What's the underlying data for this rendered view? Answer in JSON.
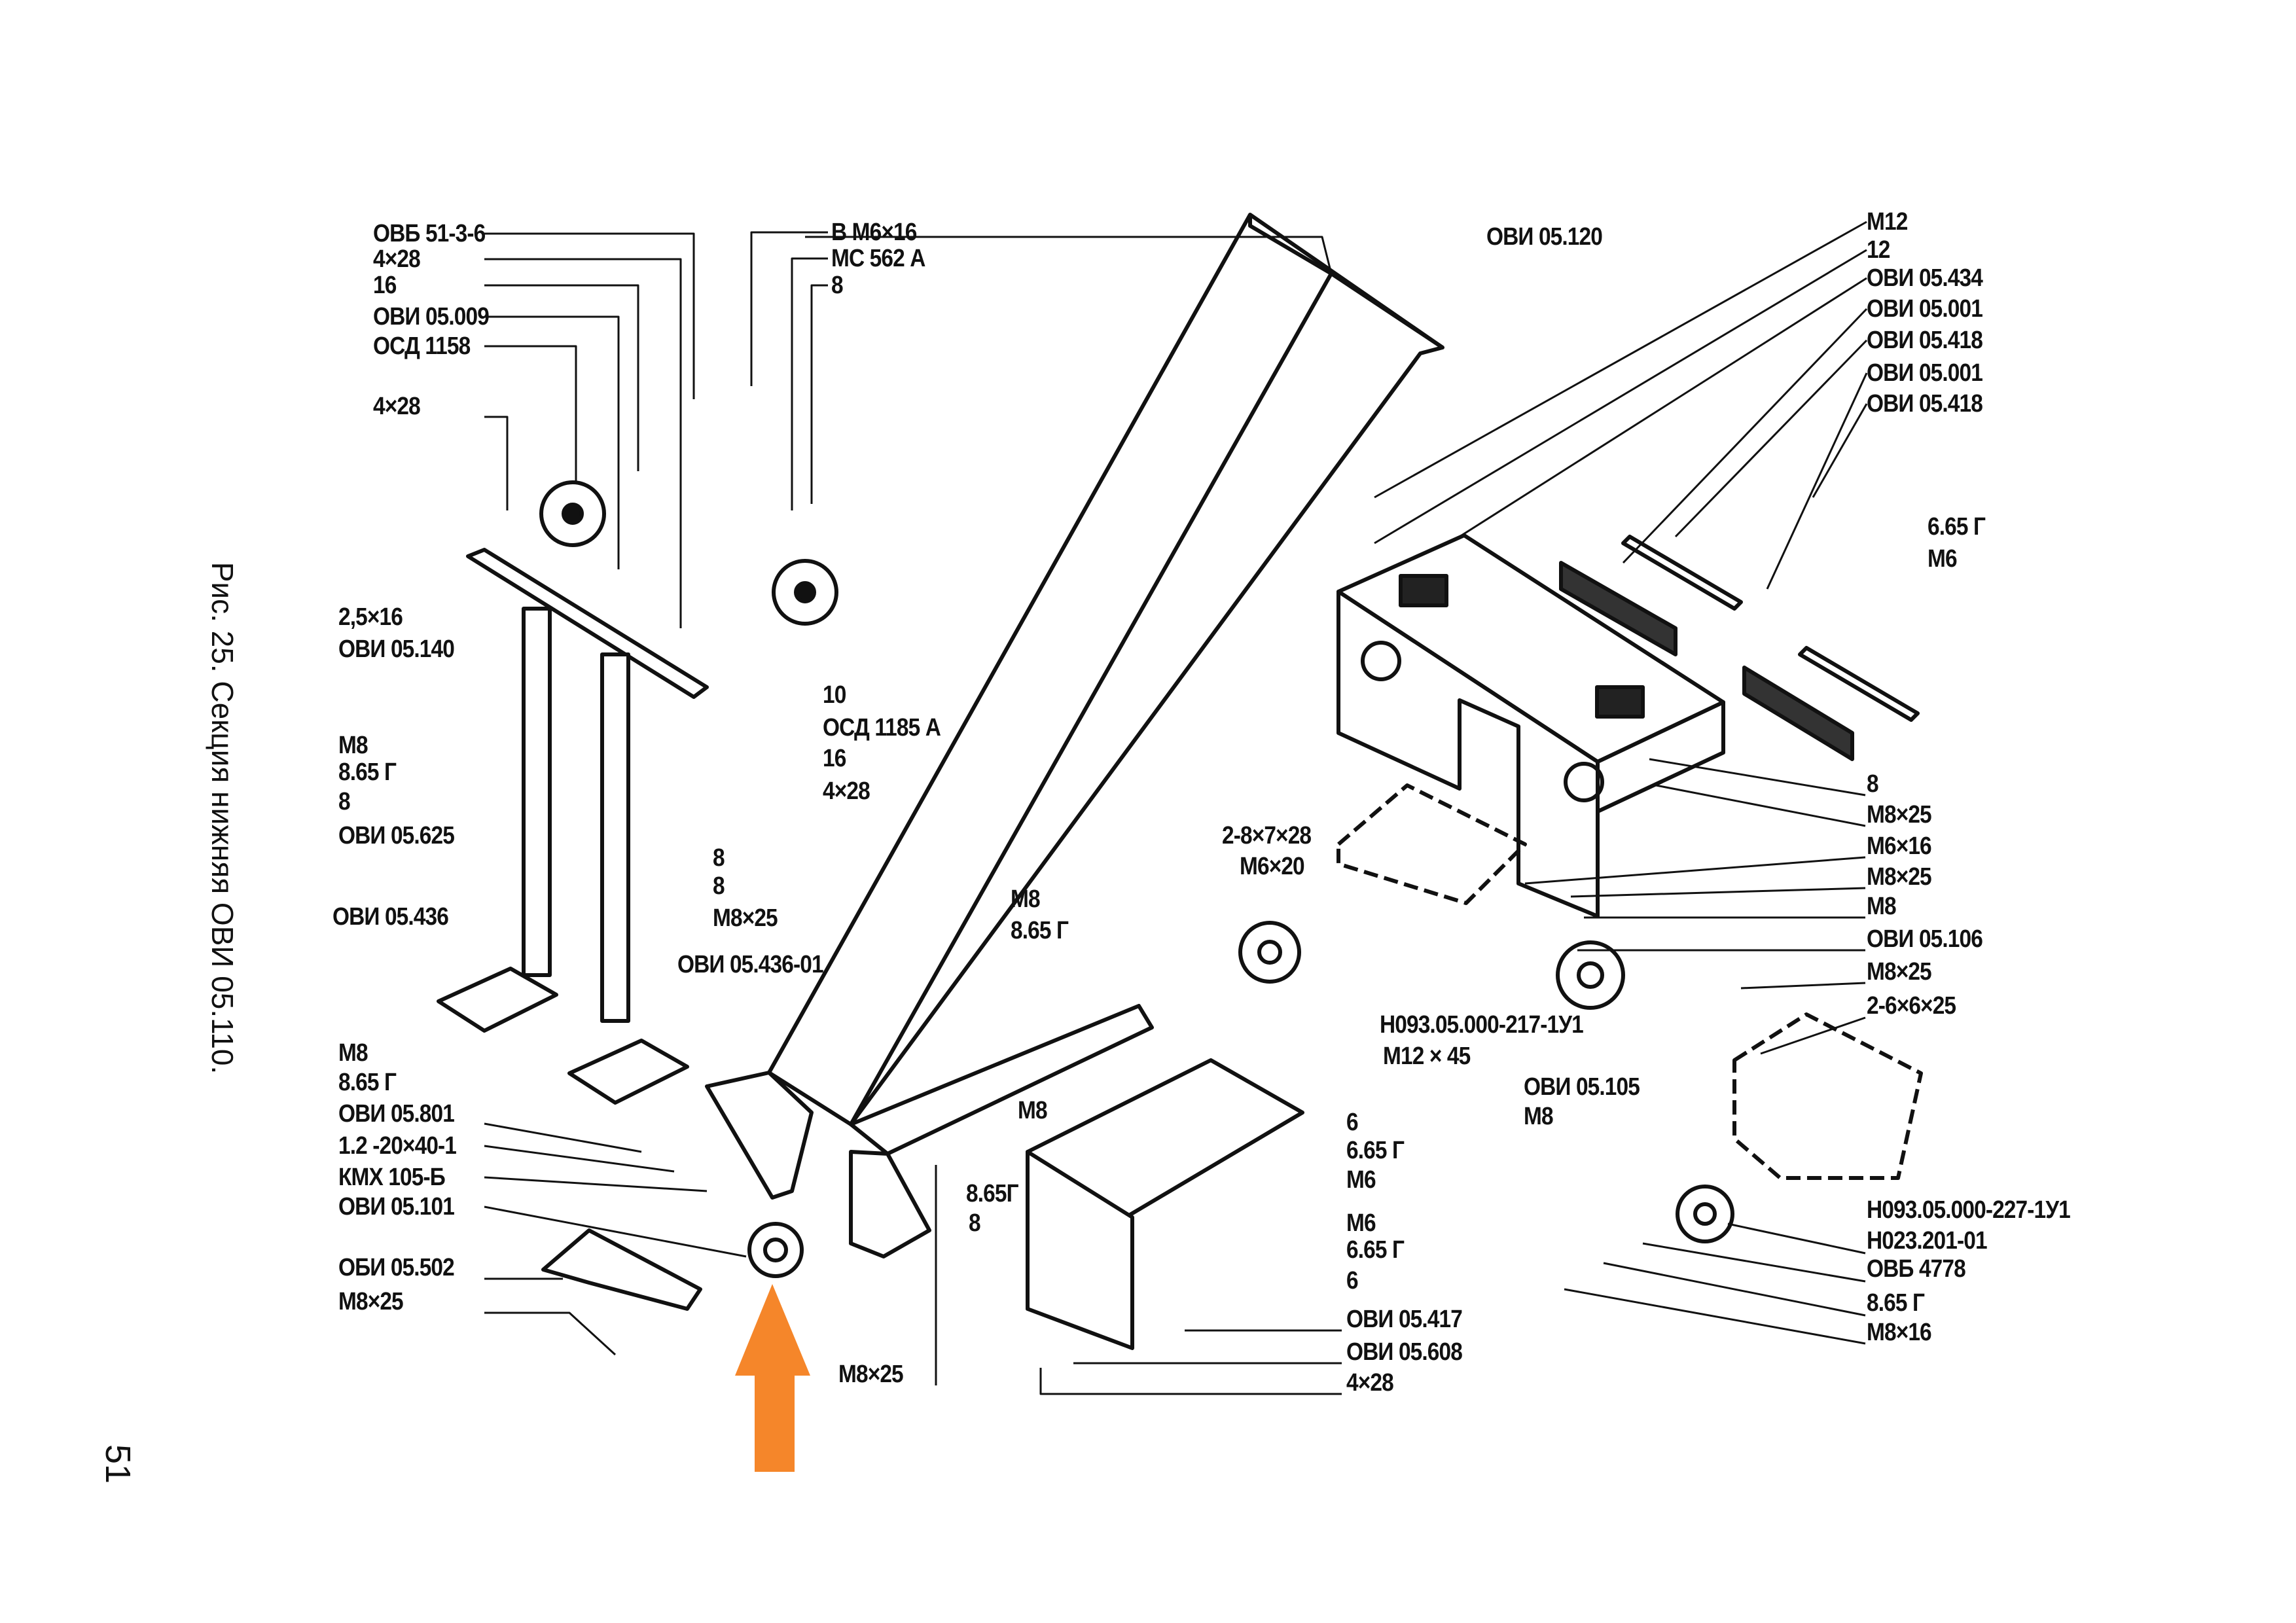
{
  "caption": "Рис. 25. Секция нижняя ОВИ 05.110.",
  "page_number": "51",
  "highlight_color": "#F5862A",
  "highlight_target": "ОВИ 05.101",
  "labels": [
    "ОВБ 51-3-6",
    "4×28",
    "16",
    "ОВИ 05.009",
    "ОСД 1158",
    "4×28",
    "2,5×16",
    "ОВИ 05.140",
    "М8",
    "8.65 Г",
    "8",
    "ОВИ 05.625",
    "ОВИ 05.436",
    "М8",
    "8.65 Г",
    "ОВИ 05.801",
    "1.2 -20×40-1",
    "КМХ 105-Б",
    "ОВИ 05.101",
    "ОБИ 05.502",
    "М8×25",
    "В М6×16",
    "МС 562 А",
    "8",
    "10",
    "ОСД 1185 А",
    "16",
    "4×28",
    "8",
    "8",
    "М8×25",
    "М8",
    "8.65 Г",
    "ОВИ 05.436-01",
    "ОВИ 05.120",
    "2-8×7×28",
    "М6×20",
    "Н093.05.000-217-1У1",
    "М12 × 45",
    "М8",
    "8.65Г",
    "8",
    "М8×25",
    "6",
    "6.65 Г",
    "М6",
    "М6",
    "6.65 Г",
    "6",
    "ОВИ 05.417",
    "ОВИ 05.608",
    "4×28",
    "ОВИ 05.105",
    "М8",
    "М12",
    "12",
    "ОВИ 05.434",
    "ОВИ 05.001",
    "ОВИ 05.418",
    "ОВИ 05.001",
    "ОВИ 05.418",
    "6.65 Г",
    "М6",
    "8",
    "М8×25",
    "М6×16",
    "М8×25",
    "М8",
    "ОВИ 05.106",
    "М8×25",
    "2-6×6×25",
    "Н093.05.000-227-1У1",
    "Н023.201-01",
    "ОВБ 4778",
    "8.65 Г",
    "М8×16"
  ]
}
